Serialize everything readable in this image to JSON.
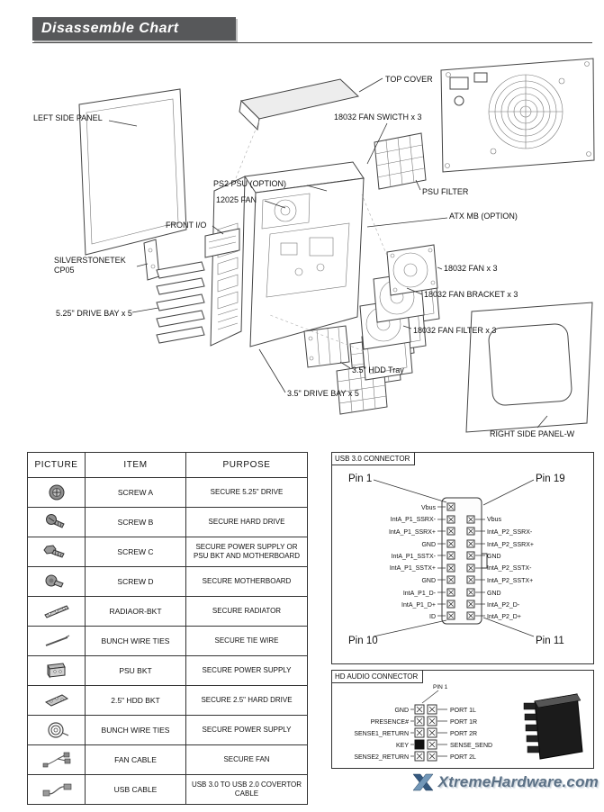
{
  "page": {
    "title": "Disassemble Chart",
    "watermark": "XtremeHardware.com"
  },
  "diagram": {
    "labels": [
      {
        "text": "TOP COVER"
      },
      {
        "text": "LEFT SIDE PANEL"
      },
      {
        "text": "18032 FAN SWICTH x 3"
      },
      {
        "text": "PS2 PSU (OPTION)"
      },
      {
        "text": "12025 FAN"
      },
      {
        "text": "PSU FILTER"
      },
      {
        "text": "FRONT I/O"
      },
      {
        "text": "ATX MB (OPTION)"
      },
      {
        "text": "SILVERSTONETEK\nCP05"
      },
      {
        "text": "18032 FAN x 3"
      },
      {
        "text": "18032 FAN BRACKET x 3"
      },
      {
        "text": "5.25\" DRIVE BAY x 5"
      },
      {
        "text": "18032 FAN FILTER x 3"
      },
      {
        "text": "3.5\" HDD Tray"
      },
      {
        "text": "3.5\" DRIVE BAY x 5"
      },
      {
        "text": "RIGHT SIDE PANEL-W"
      }
    ]
  },
  "parts_table": {
    "headers": [
      "PICTURE",
      "ITEM",
      "PURPOSE"
    ],
    "rows": [
      {
        "icon": "screw-a",
        "item": "SCREW A",
        "purpose": "SECURE 5.25\" DRIVE"
      },
      {
        "icon": "screw-b",
        "item": "SCREW B",
        "purpose": "SECURE HARD DRIVE"
      },
      {
        "icon": "screw-c",
        "item": "SCREW C",
        "purpose": "SECURE POWER SUPPLY OR PSU BKT AND MOTHERBOARD"
      },
      {
        "icon": "screw-d",
        "item": "SCREW D",
        "purpose": "SECURE MOTHERBOARD"
      },
      {
        "icon": "radiator-bracket",
        "item": "RADIAOR-BKT",
        "purpose": "SECURE RADIATOR"
      },
      {
        "icon": "wire-tie",
        "item": "BUNCH WIRE TIES",
        "purpose": "SECURE TIE WIRE"
      },
      {
        "icon": "psu-bracket",
        "item": "PSU BKT",
        "purpose": "SECURE POWER SUPPLY"
      },
      {
        "icon": "hdd-bracket",
        "item": "2.5\" HDD BKT",
        "purpose": "SECURE 2.5\" HARD DRIVE"
      },
      {
        "icon": "wire-ties-coil",
        "item": "BUNCH WIRE TIES",
        "purpose": "SECURE POWER SUPPLY"
      },
      {
        "icon": "fan-cable",
        "item": "FAN CABLE",
        "purpose": "SECURE FAN"
      },
      {
        "icon": "usb-cable",
        "item": "USB CABLE",
        "purpose": "USB 3.0 TO USB 2.0 COVERTOR CABLE"
      }
    ]
  },
  "usb_connector": {
    "title": "USB 3.0 CONNECTOR",
    "corner_labels": {
      "top_left": "Pin 1",
      "top_right": "Pin 19",
      "bottom_left": "Pin 10",
      "bottom_right": "Pin 11"
    },
    "left_pins": [
      "Vbus",
      "IntA_P1_SSRX-",
      "IntA_P1_SSRX+",
      "GND",
      "IntA_P1_SSTX-",
      "IntA_P1_SSTX+",
      "GND",
      "IntA_P1_D-",
      "IntA_P1_D+",
      "ID"
    ],
    "right_pins": [
      "Vbus",
      "IntA_P2_SSRX-",
      "IntA_P2_SSRX+",
      "GND",
      "IntA_P2_SSTX-",
      "IntA_P2_SSTX+",
      "GND",
      "IntA_P2_D-",
      "IntA_P2_D+"
    ]
  },
  "audio_connector": {
    "title": "HD AUDIO CONNECTOR",
    "pin1_label": "PIN 1",
    "left_pins": [
      "GND",
      "PRESENCE#",
      "SENSE1_RETURN",
      "KEY",
      "SENSE2_RETURN"
    ],
    "right_pins": [
      "PORT 1L",
      "PORT 1R",
      "PORT 2R",
      "SENSE_SEND",
      "PORT 2L"
    ]
  }
}
